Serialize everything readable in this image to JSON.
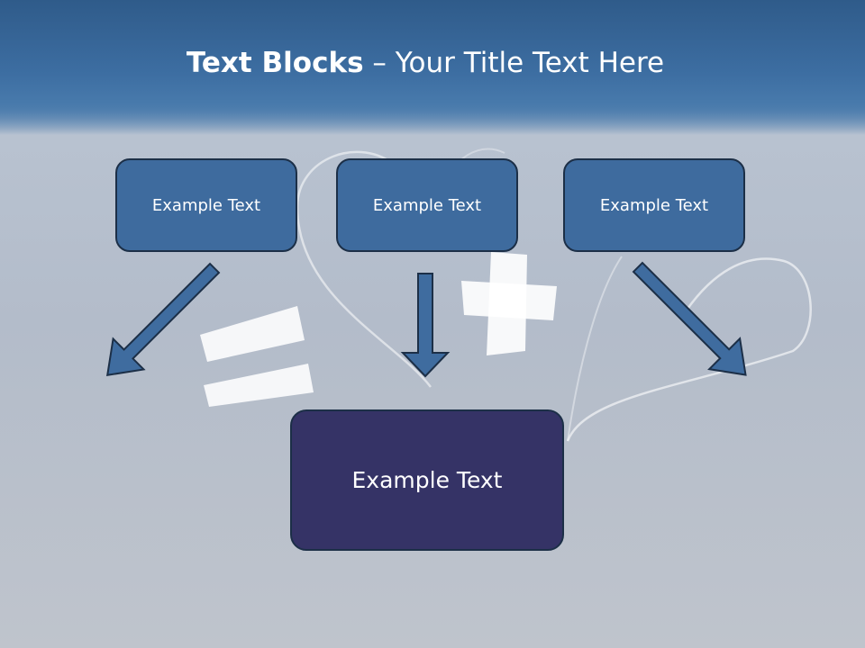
{
  "title": {
    "bold": "Text Blocks",
    "separator": " – ",
    "rest": "Your Title Text Here"
  },
  "blocks": {
    "left": "Example Text",
    "center": "Example Text",
    "right": "Example Text",
    "result": "Example Text"
  },
  "colors": {
    "header": "#3d6ea2",
    "small_box_fill": "#3e6b9e",
    "result_box_fill": "#353366",
    "arrow_fill": "#3f6c9f",
    "box_border": "#1c2f47",
    "background": "#b8c0cc"
  }
}
